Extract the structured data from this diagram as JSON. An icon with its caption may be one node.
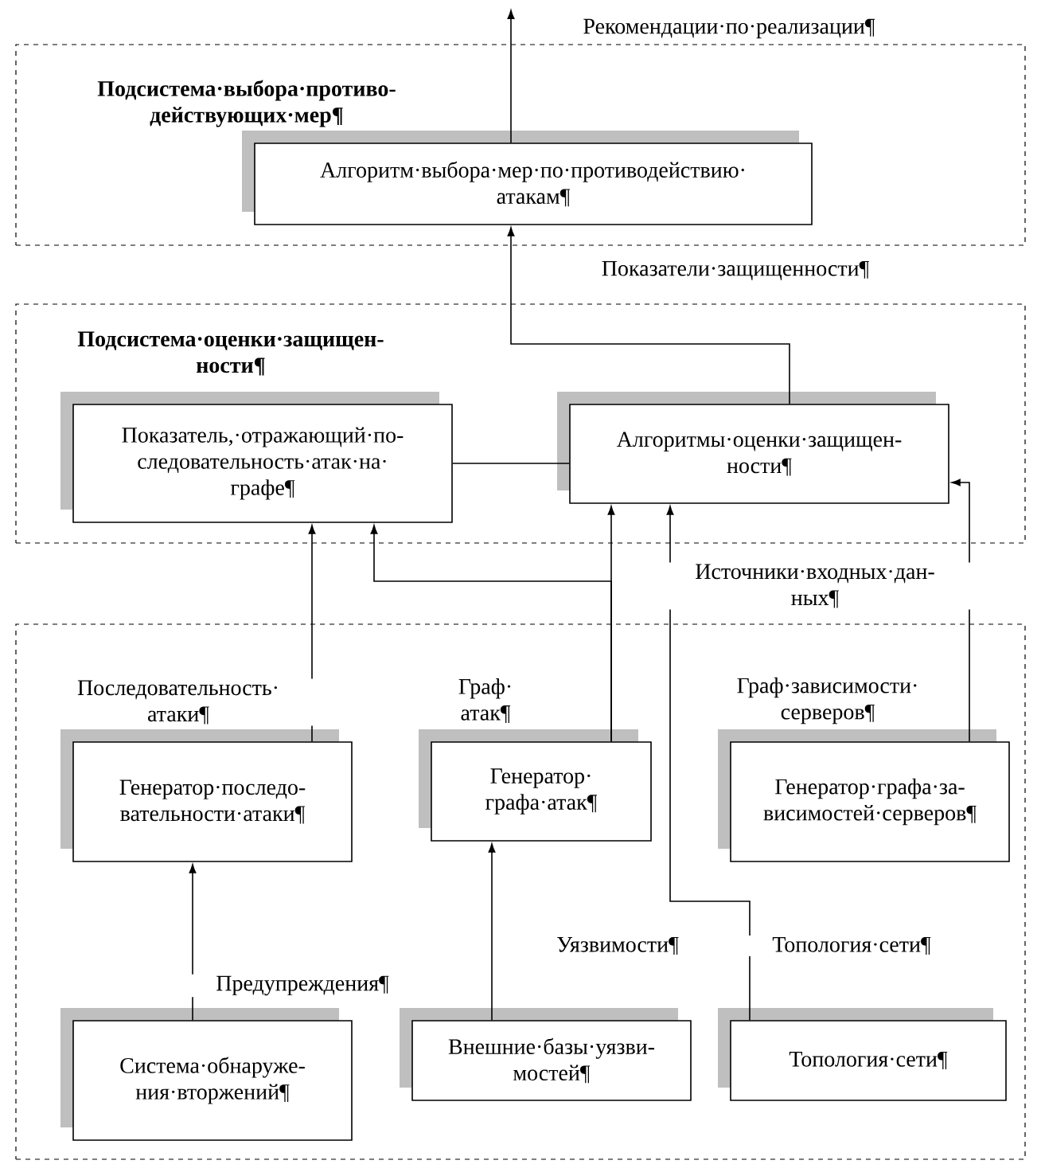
{
  "diagram": {
    "nodes": [
      {
        "text": [
          "Подсистема·выбора·противо- действующих·мер¶"
        ]
      },
      {
        "text": [
          "Алгоритм·выбора·мер·по·противодействию· атакам¶"
        ],
        "in": 0
      },
      {
        "text": [
          "Подсистема·оценки·защищен- ности¶"
        ]
      },
      {
        "text": [
          "Показатель,·отражающий·по- следовательность·атак·на· графе¶"
        ],
        "in": 2
      },
      {
        "text": [
          "Алгоритмы·оценки·защищен- ности¶"
        ],
        "in": 2
      },
      {
        "text": [],
        "shape": "box"
      },
      {
        "text": [
          "Генератор·последо- вательности·атаки¶"
        ],
        "in": 5
      },
      {
        "text": [
          "Генератор· графа·атак¶"
        ],
        "in": 5
      },
      {
        "text": [
          "Генератор·графа·за- висимостей·серверов¶"
        ],
        "in": 5
      },
      {
        "text": [
          "Система·обнаруже- ния·вторжений¶"
        ],
        "in": 5
      },
      {
        "text": [
          "Внешние·базы·уязви- мостей¶"
        ],
        "in": 5
      },
      {
        "text": [
          "Топология·сети¶"
        ],
        "in": 5
      }
    ],
    "edges": [
      {
        "from": 1,
        "to": null,
        "arrow": "to",
        "label": "Рекомендации·по·реализации¶"
      },
      {
        "from": 4,
        "to": 1,
        "arrow": "to",
        "label": "Показатели·защищенности¶"
      },
      {
        "from": 3,
        "to": 4,
        "arrow": "none"
      },
      {
        "from": 6,
        "to": 3,
        "arrow": "to",
        "label": "Последовательность· атаки¶"
      },
      {
        "from": 7,
        "to": 3,
        "arrow": "to"
      },
      {
        "from": 7,
        "to": 4,
        "arrow": "to",
        "label": "Граф· атак¶"
      },
      {
        "from": 11,
        "to": 4,
        "arrow": "to",
        "label": "Топология·сети¶"
      },
      {
        "from": 8,
        "to": 4,
        "arrow": "to",
        "label": "Граф·зависимости· серверов¶"
      },
      {
        "from": 9,
        "to": 6,
        "arrow": "to",
        "label": "Предупреждения¶"
      },
      {
        "from": 10,
        "to": 7,
        "arrow": "to",
        "label": "Уязвимости¶"
      }
    ],
    "labels": [
      "Источники·входных·дан- ных¶"
    ]
  }
}
